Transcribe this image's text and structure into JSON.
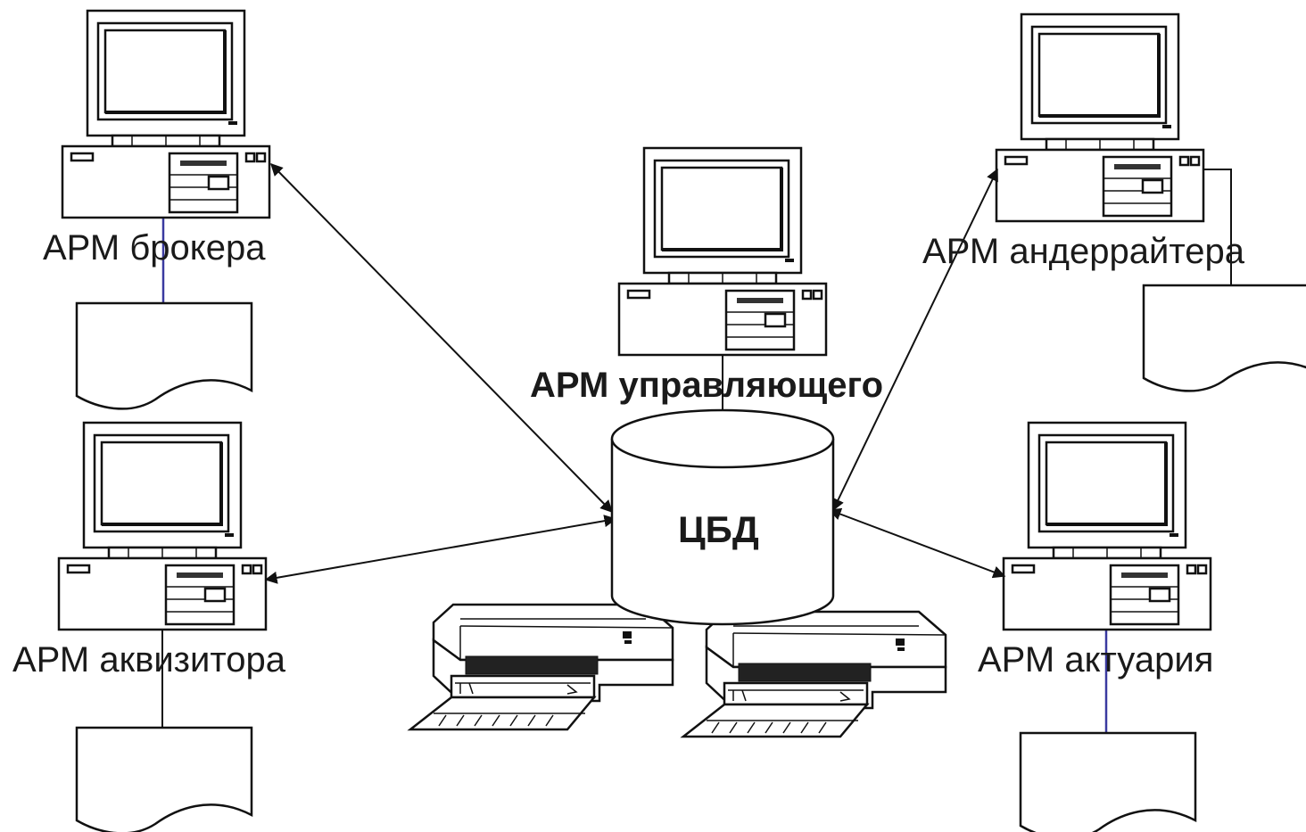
{
  "labels": {
    "broker": "АРМ брокера",
    "underwriter": "АРМ андеррайтера",
    "manager": "АРМ управляющего",
    "acquisitor": "АРМ аквизитора",
    "actuary": "АРМ актуария",
    "database": "ЦБД"
  },
  "icons": {
    "workstation": "computer-icon",
    "document": "document-icon",
    "printer": "printer-icon",
    "database": "database-cylinder-icon"
  },
  "colors": {
    "stroke": "#111111",
    "connector_blue": "#3a3aa0",
    "background": "#ffffff"
  }
}
